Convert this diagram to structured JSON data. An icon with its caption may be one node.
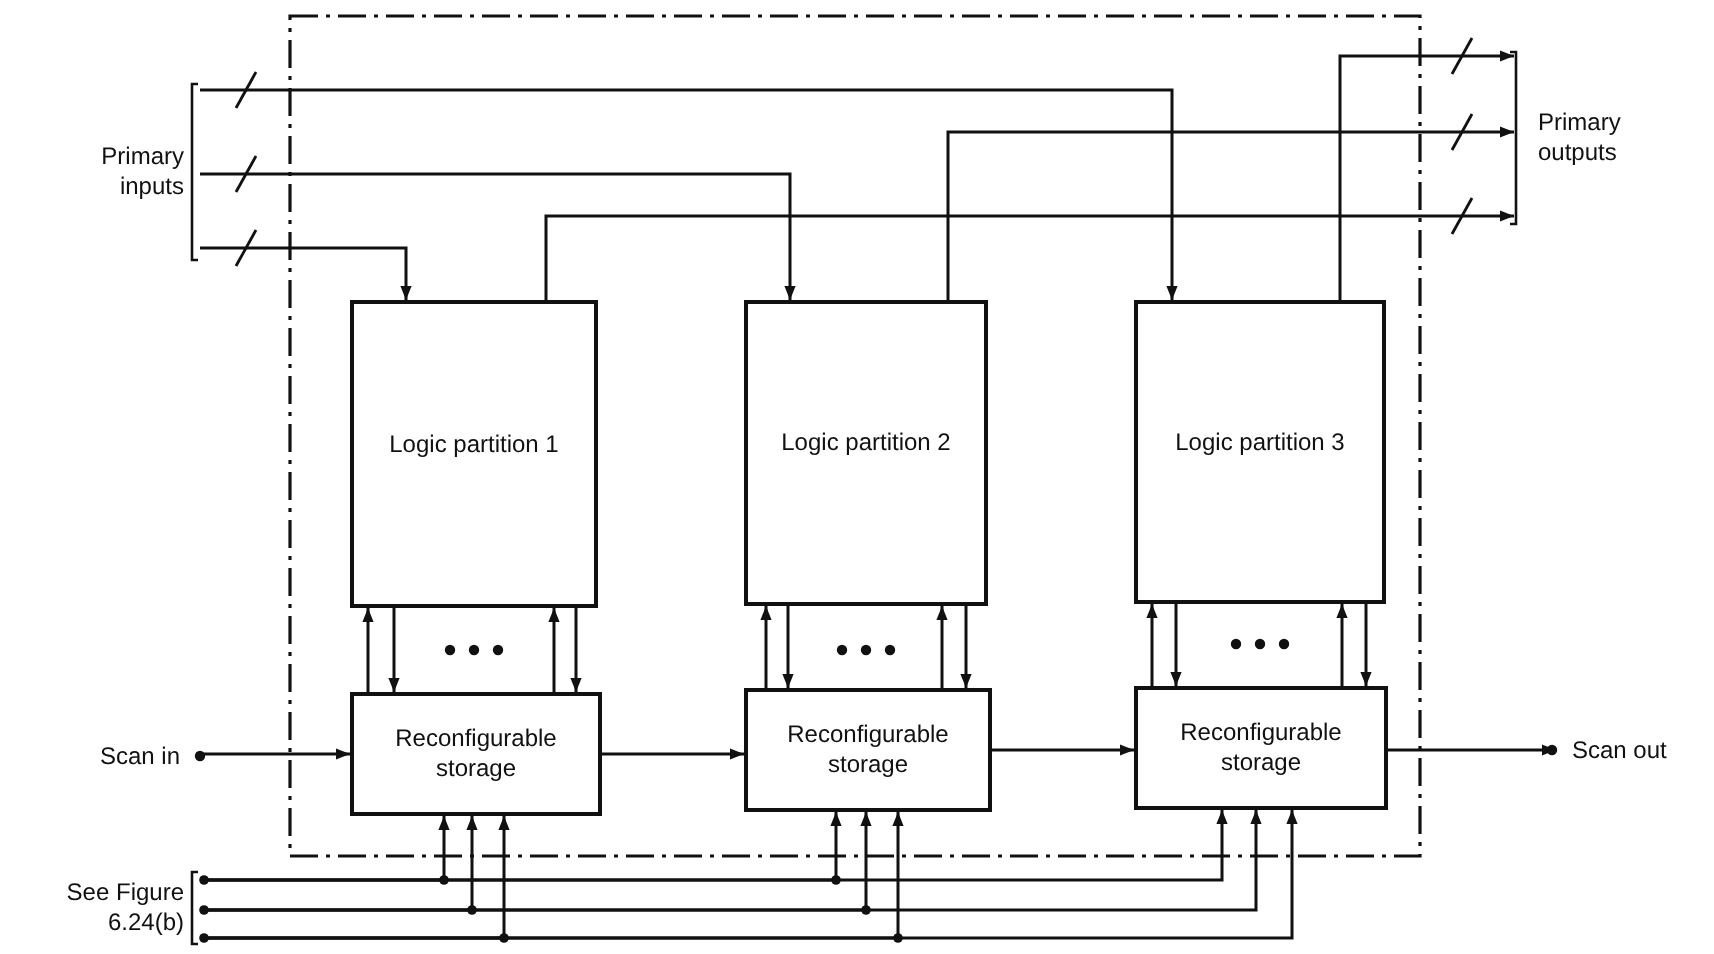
{
  "diagram": {
    "nodes": [
      {
        "text": [],
        "shape": "box"
      },
      {
        "text": [
          "Primary inputs"
        ]
      },
      {
        "text": [
          "Primary outputs"
        ]
      },
      {
        "text": [
          "Logic partition 1"
        ],
        "in": 0
      },
      {
        "text": [
          "Logic partition 2"
        ],
        "in": 0
      },
      {
        "text": [
          "Logic partition 3"
        ],
        "in": 0
      },
      {
        "text": [
          "Reconfigurable storage"
        ],
        "in": 0
      },
      {
        "text": [
          "Reconfigurable storage"
        ],
        "in": 0
      },
      {
        "text": [
          "Reconfigurable storage"
        ],
        "in": 0
      },
      {
        "text": [
          "Scan in"
        ]
      },
      {
        "text": [
          "Scan out"
        ]
      },
      {
        "text": [
          "See Figure 6.24(b)"
        ]
      }
    ],
    "edges": [
      {
        "from": 1,
        "to": 3,
        "arrow": "to"
      },
      {
        "from": 1,
        "to": 4,
        "arrow": "to"
      },
      {
        "from": 1,
        "to": 5,
        "arrow": "to"
      },
      {
        "from": 3,
        "to": 2,
        "arrow": "to"
      },
      {
        "from": 4,
        "to": 2,
        "arrow": "to"
      },
      {
        "from": 5,
        "to": 2,
        "arrow": "to"
      },
      {
        "from": 6,
        "to": 3,
        "arrow": "to"
      },
      {
        "from": 3,
        "to": 6,
        "arrow": "to"
      },
      {
        "from": 6,
        "to": 3,
        "arrow": "to"
      },
      {
        "from": 3,
        "to": 6,
        "arrow": "to"
      },
      {
        "from": 7,
        "to": 4,
        "arrow": "to"
      },
      {
        "from": 4,
        "to": 7,
        "arrow": "to"
      },
      {
        "from": 7,
        "to": 4,
        "arrow": "to"
      },
      {
        "from": 4,
        "to": 7,
        "arrow": "to"
      },
      {
        "from": 8,
        "to": 5,
        "arrow": "to"
      },
      {
        "from": 5,
        "to": 8,
        "arrow": "to"
      },
      {
        "from": 8,
        "to": 5,
        "arrow": "to"
      },
      {
        "from": 5,
        "to": 8,
        "arrow": "to"
      },
      {
        "from": 9,
        "to": 6,
        "arrow": "to"
      },
      {
        "from": 6,
        "to": 7,
        "arrow": "to"
      },
      {
        "from": 7,
        "to": 8,
        "arrow": "to"
      },
      {
        "from": 8,
        "to": 10,
        "arrow": "to"
      },
      {
        "from": 11,
        "to": 6,
        "arrow": "to"
      },
      {
        "from": 11,
        "to": 7,
        "arrow": "to"
      },
      {
        "from": 11,
        "to": 8,
        "arrow": "to"
      },
      {
        "from": 11,
        "to": 6,
        "arrow": "to"
      },
      {
        "from": 11,
        "to": 7,
        "arrow": "to"
      },
      {
        "from": 11,
        "to": 8,
        "arrow": "to"
      },
      {
        "from": 11,
        "to": 6,
        "arrow": "to"
      },
      {
        "from": 11,
        "to": 7,
        "arrow": "to"
      },
      {
        "from": 11,
        "to": 8,
        "arrow": "to"
      }
    ]
  }
}
